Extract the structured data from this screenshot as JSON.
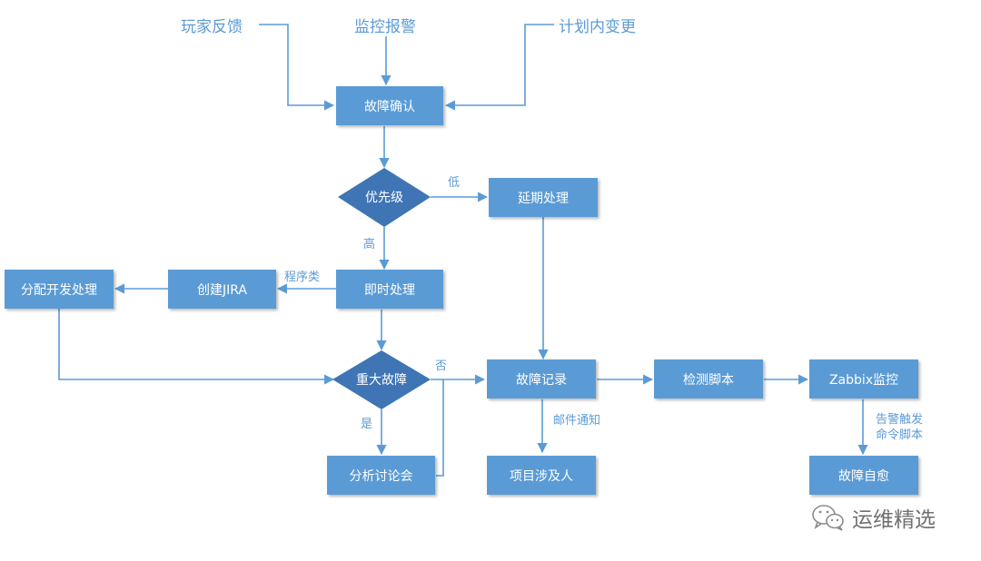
{
  "sources": {
    "player_feedback": "玩家反馈",
    "monitor_alarm": "监控报警",
    "planned_change": "计划内变更"
  },
  "nodes": {
    "confirm": "故障确认",
    "priority": "优先级",
    "delay": "延期处理",
    "immediate": "即时处理",
    "create_jira": "创建JIRA",
    "assign_dev": "分配开发处理",
    "major": "重大故障",
    "analysis": "分析讨论会",
    "record": "故障记录",
    "project": "项目涉及人",
    "detect_script": "检测脚本",
    "zabbix": "Zabbix监控",
    "self_heal": "故障自愈"
  },
  "edge_labels": {
    "low": "低",
    "high": "高",
    "program": "程序类",
    "no": "否",
    "yes": "是",
    "email": "邮件通知",
    "alert_line1": "告警触发",
    "alert_line2": "命令脚本"
  },
  "watermark": {
    "text": "运维精选",
    "icon": "wechat-icon"
  },
  "colors": {
    "node_fill": "#5b9bd5",
    "diamond_fill": "#3f75b4",
    "line": "#5b9bd5",
    "label": "#5b9bd5"
  }
}
